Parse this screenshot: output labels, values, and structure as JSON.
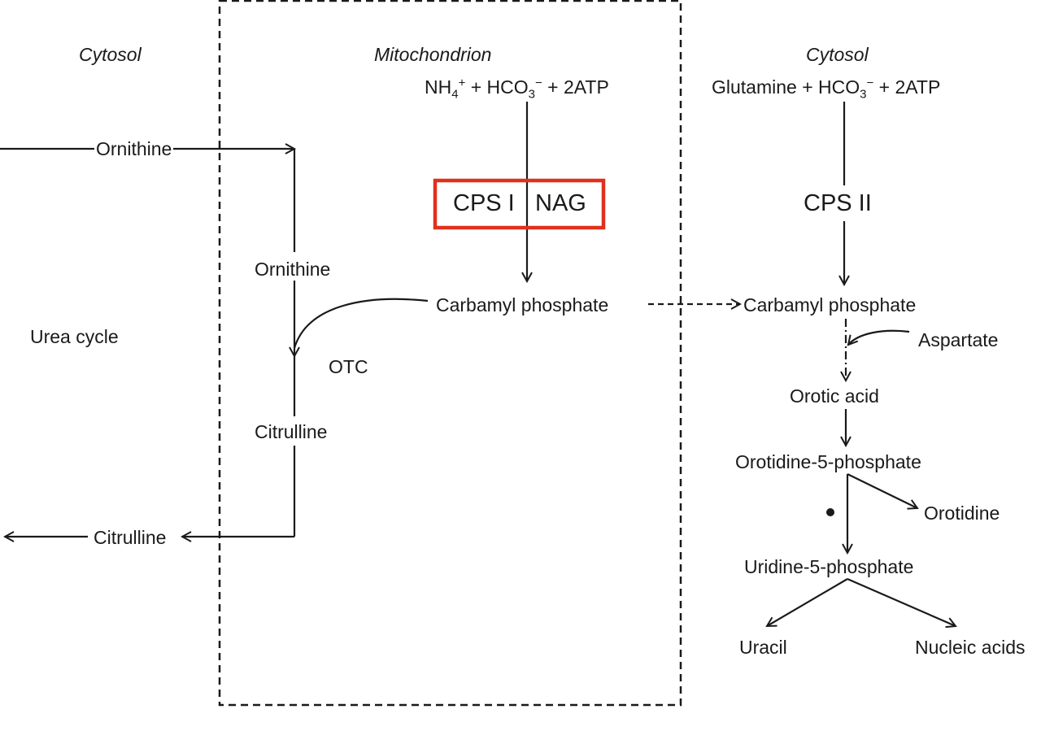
{
  "compartments": {
    "cytosol_left": "Cytosol",
    "mitochondrion": "Mitochondrion",
    "cytosol_right": "Cytosol"
  },
  "reactants_mito": {
    "nh": "NH",
    "nh_sub": "4",
    "nh_sup": "+",
    "plus1": " + HCO",
    "hco_sub": "3",
    "hco_sup": "−",
    "rest": " + 2ATP"
  },
  "reactants_cyto": {
    "glutamine": "Glutamine + HCO",
    "hco_sub": "3",
    "hco_sup": "−",
    "rest": " + 2ATP"
  },
  "enzymes": {
    "cps1": "CPS I",
    "nag": "NAG",
    "cps2": "CPS II",
    "otc": "OTC"
  },
  "metabolites": {
    "ornithine_cytosol": "Ornithine",
    "ornithine_mito": "Ornithine",
    "carbamyl_mito": "Carbamyl phosphate",
    "carbamyl_cyto": "Carbamyl phosphate",
    "citrulline_mito": "Citrulline",
    "citrulline_cytosol": "Citrulline",
    "aspartate": "Aspartate",
    "orotic_acid": "Orotic acid",
    "orotidine5p": "Orotidine-5-phosphate",
    "orotidine": "Orotidine",
    "uridine5p": "Uridine-5-phosphate",
    "uracil": "Uracil",
    "nucleic_acids": "Nucleic acids"
  },
  "labels": {
    "urea_cycle": "Urea cycle"
  },
  "colors": {
    "highlight": "#e0301e",
    "line": "#1a1a1a"
  }
}
